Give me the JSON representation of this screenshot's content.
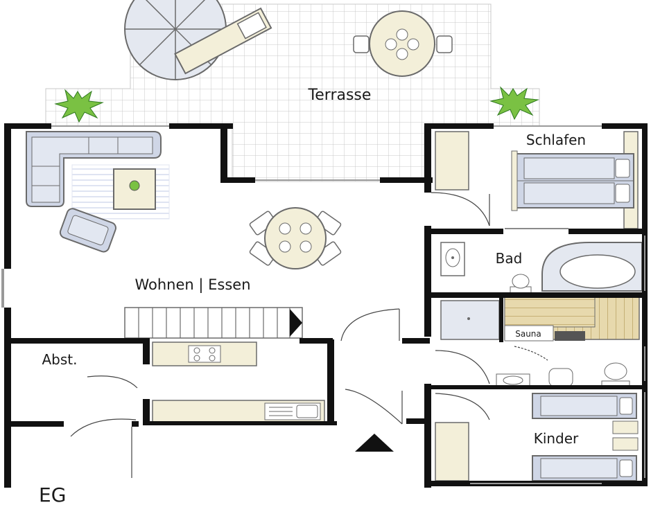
{
  "rooms": {
    "terrace": "Terrasse",
    "bedroom": "Schlafen",
    "bath": "Bad",
    "living": "Wohnen | Essen",
    "storage": "Abst.",
    "sauna": "Sauna",
    "kids": "Kinder"
  },
  "floor": "EG",
  "colors": {
    "wall": "#111111",
    "furniture_fill": "#f3efd9",
    "furniture_stroke": "#8a8a8a",
    "plant": "#7ac143",
    "sofa": "#cfd6e6",
    "tile_line": "#c8c8c8",
    "sauna_wood": "#d8c79a"
  },
  "icons": [
    "entrance-arrow-icon",
    "plant-icon",
    "parasol-icon"
  ]
}
